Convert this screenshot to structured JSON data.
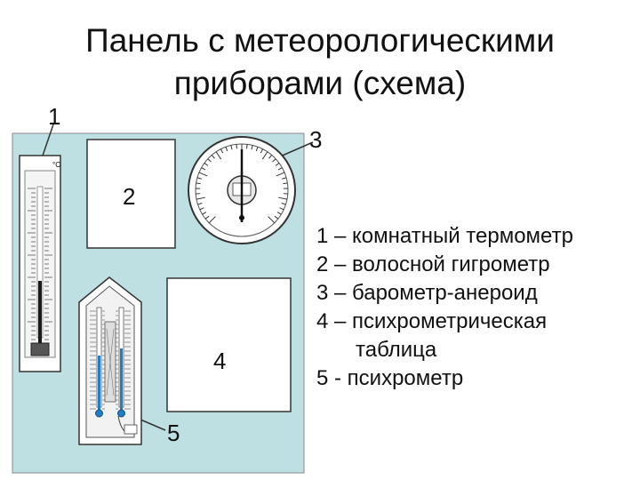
{
  "title": {
    "line1": "Панель с метеорологическими",
    "line2": "приборами (схема)"
  },
  "labels": {
    "n1": "1",
    "n2": "2",
    "n3": "3",
    "n4": "4",
    "n5": "5"
  },
  "legend": {
    "item1": "1 – комнатный термометр",
    "item2": "2 – волосной гигрометр",
    "item3": "3 – барометр-анероид",
    "item4a": "4 – психрометрическая",
    "item4b": "таблица",
    "item5": "5 - психрометр"
  },
  "colors": {
    "panel": "#bfe0e3",
    "thermometer_fluid": "#1a1a1a",
    "psychrometer_fluid": "#1f7fc4"
  },
  "icons": [
    "thermometer-icon",
    "barometer-icon",
    "psychrometer-icon"
  ]
}
